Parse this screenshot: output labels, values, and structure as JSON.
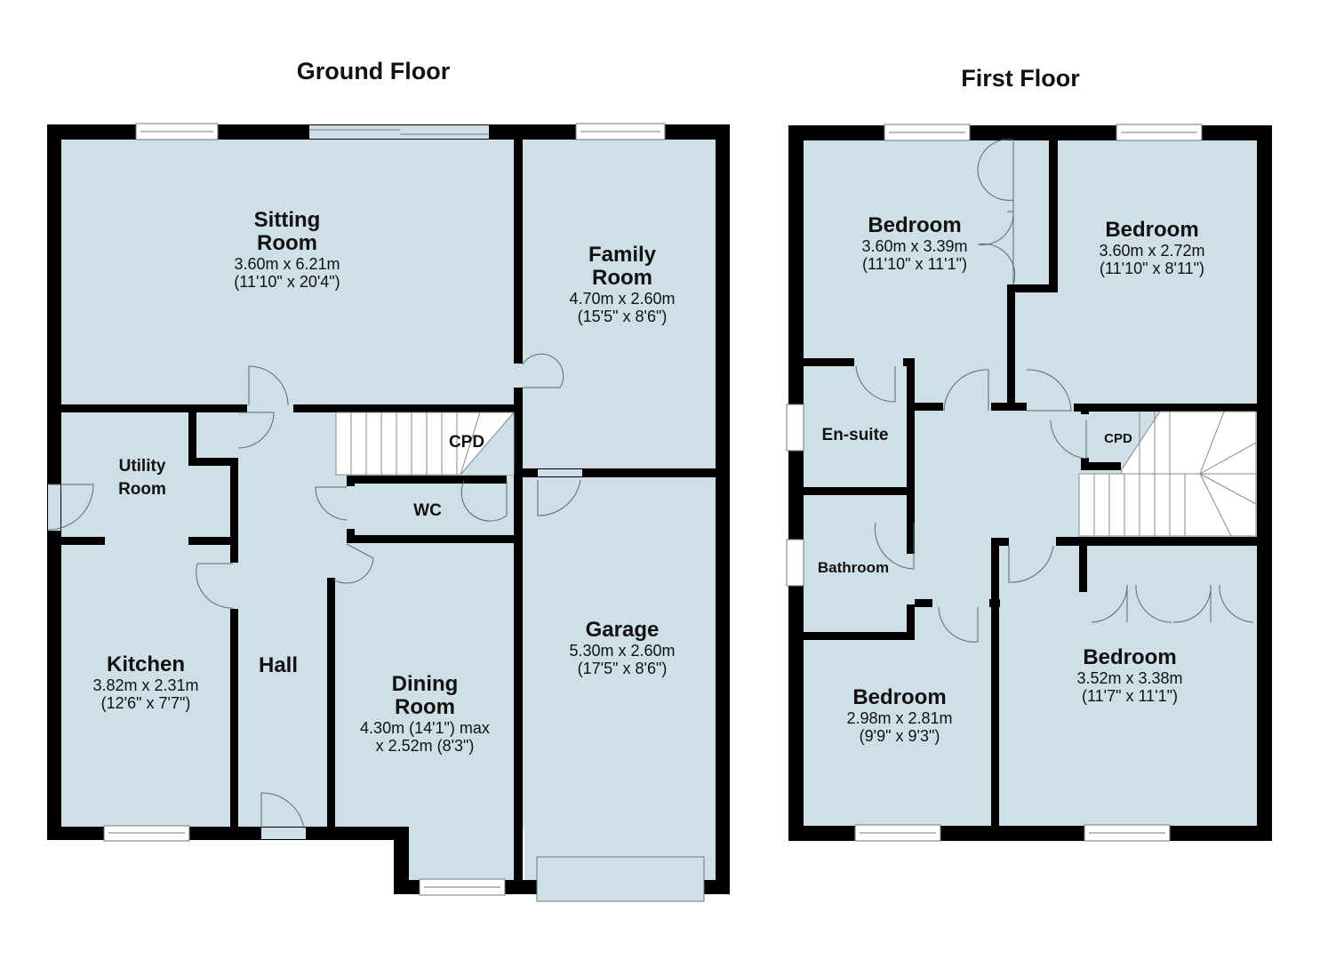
{
  "ground_floor": {
    "title": "Ground Floor",
    "rooms": {
      "sitting_room": {
        "name_line1": "Sitting",
        "name_line2": "Room",
        "metric": "3.60m x 6.21m",
        "imperial": "(11'10\" x 20'4\")"
      },
      "family_room": {
        "name_line1": "Family",
        "name_line2": "Room",
        "metric": "4.70m x 2.60m",
        "imperial": "(15'5\" x 8'6\")"
      },
      "utility_room": {
        "name_line1": "Utility",
        "name_line2": "Room"
      },
      "cpd": {
        "name": "CPD"
      },
      "wc": {
        "name": "WC"
      },
      "kitchen": {
        "name": "Kitchen",
        "metric": "3.82m x 2.31m",
        "imperial": "(12'6\" x 7'7\")"
      },
      "hall": {
        "name": "Hall"
      },
      "dining_room": {
        "name_line1": "Dining",
        "name_line2": "Room",
        "metric": "4.30m (14'1\") max",
        "imperial": "x 2.52m (8'3\")"
      },
      "garage": {
        "name": "Garage",
        "metric": "5.30m x 2.60m",
        "imperial": "(17'5\" x 8'6\")"
      }
    }
  },
  "first_floor": {
    "title": "First Floor",
    "rooms": {
      "bedroom_1": {
        "name": "Bedroom",
        "metric": "3.60m x 3.39m",
        "imperial": "(11'10\" x 11'1\")"
      },
      "bedroom_2": {
        "name": "Bedroom",
        "metric": "3.60m x 2.72m",
        "imperial": "(11'10\" x 8'11\")"
      },
      "en_suite": {
        "name": "En-suite"
      },
      "cpd": {
        "name": "CPD"
      },
      "bathroom": {
        "name": "Bathroom"
      },
      "bedroom_3": {
        "name": "Bedroom",
        "metric": "2.98m x 2.81m",
        "imperial": "(9'9\" x 9'3\")"
      },
      "bedroom_4": {
        "name": "Bedroom",
        "metric": "3.52m x 3.38m",
        "imperial": "(11'7\" x 11'1\")"
      }
    }
  },
  "colors": {
    "floor": "#cfdfe7",
    "wall": "#000000",
    "background": "#ffffff"
  }
}
